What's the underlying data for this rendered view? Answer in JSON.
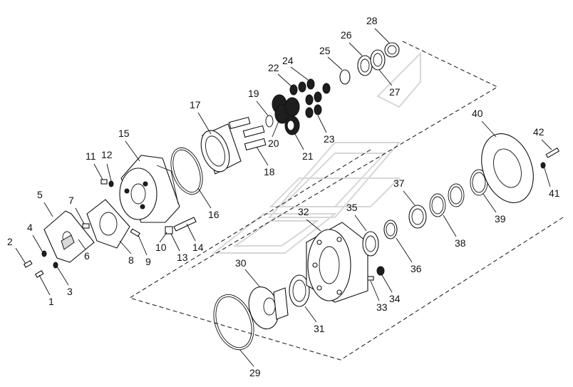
{
  "callouts": [
    {
      "id": "1"
    },
    {
      "id": "2"
    },
    {
      "id": "3"
    },
    {
      "id": "4"
    },
    {
      "id": "5"
    },
    {
      "id": "6"
    },
    {
      "id": "7"
    },
    {
      "id": "8"
    },
    {
      "id": "9"
    },
    {
      "id": "10"
    },
    {
      "id": "11"
    },
    {
      "id": "12"
    },
    {
      "id": "13"
    },
    {
      "id": "14"
    },
    {
      "id": "15"
    },
    {
      "id": "16"
    },
    {
      "id": "17"
    },
    {
      "id": "18"
    },
    {
      "id": "19"
    },
    {
      "id": "20"
    },
    {
      "id": "21"
    },
    {
      "id": "22"
    },
    {
      "id": "23"
    },
    {
      "id": "24"
    },
    {
      "id": "25"
    },
    {
      "id": "26"
    },
    {
      "id": "27"
    },
    {
      "id": "28"
    },
    {
      "id": "29"
    },
    {
      "id": "30"
    },
    {
      "id": "31"
    },
    {
      "id": "32"
    },
    {
      "id": "33"
    },
    {
      "id": "34"
    },
    {
      "id": "35"
    },
    {
      "id": "36"
    },
    {
      "id": "37"
    },
    {
      "id": "38"
    },
    {
      "id": "39"
    },
    {
      "id": "40"
    },
    {
      "id": "41"
    },
    {
      "id": "42"
    }
  ],
  "colors": {
    "line": "#111111",
    "background": "#ffffff",
    "watermark": "#d7d7d7"
  }
}
